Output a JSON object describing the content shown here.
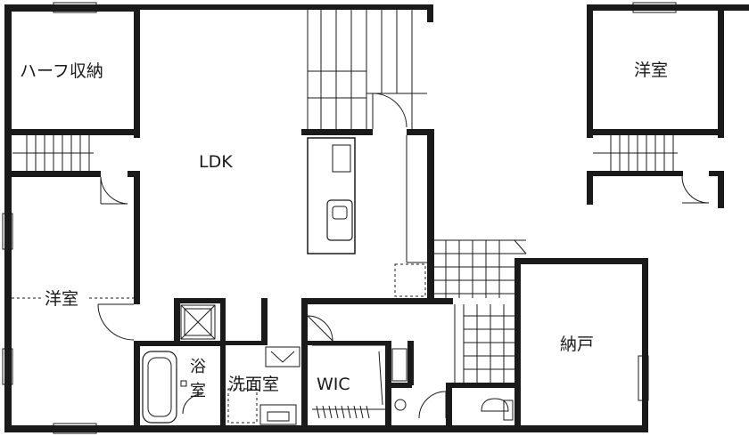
{
  "rooms": {
    "half_storage": "ハーフ収納",
    "western_room_top_right": "洋室",
    "ldk": "LDK",
    "western_room_left": "洋室",
    "storeroom": "納戸",
    "bath_char1": "浴",
    "bath_char2": "室",
    "washroom": "洗面室",
    "wic": "WIC"
  },
  "colors": {
    "wall": "#1a1a1a",
    "background": "#ffffff"
  }
}
